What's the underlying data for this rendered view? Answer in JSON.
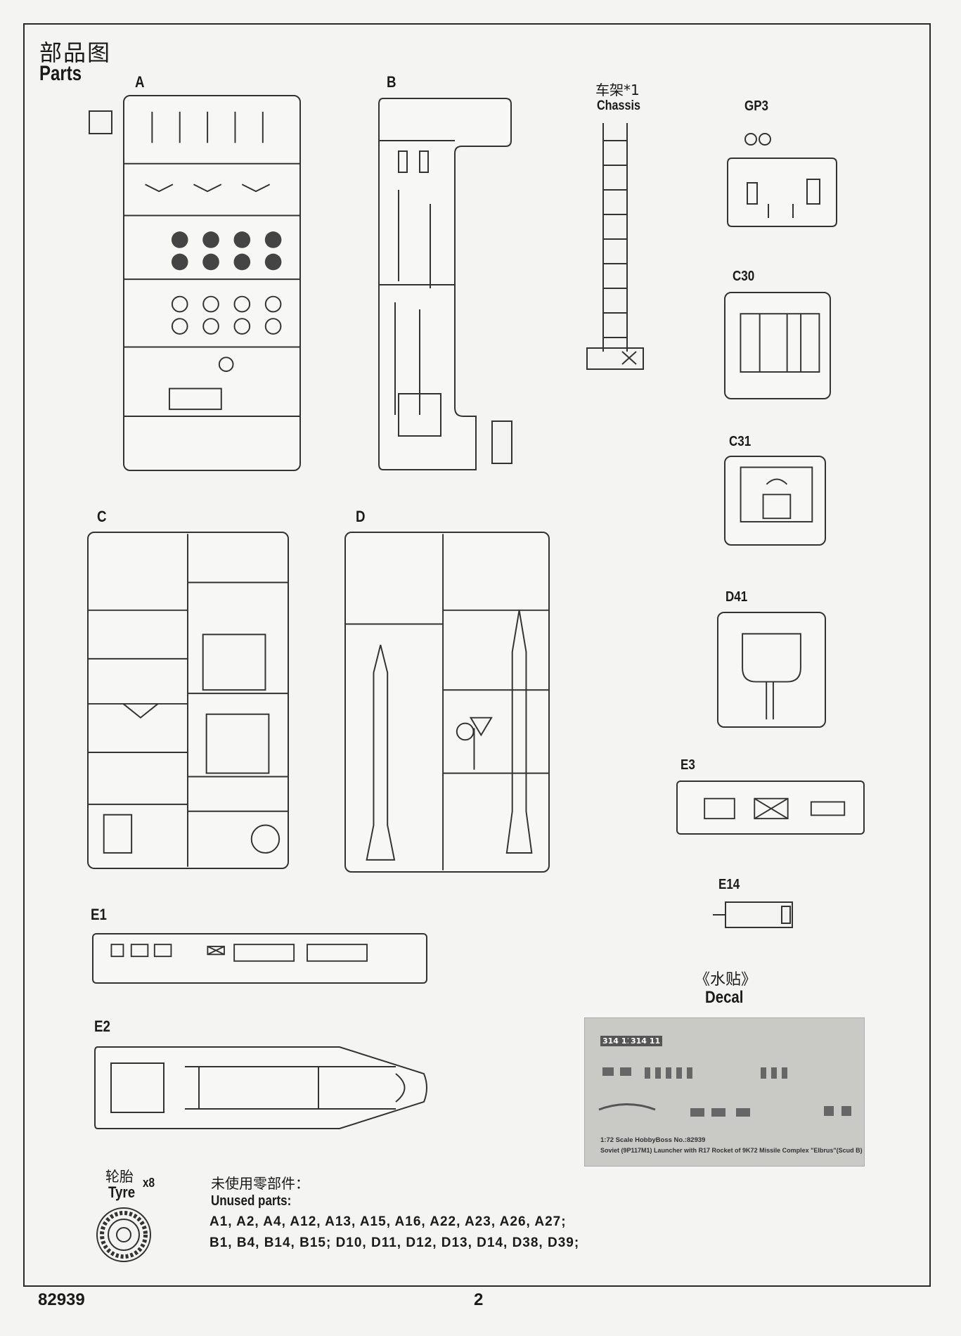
{
  "header": {
    "title_cn": "部品图",
    "title_en": "Parts"
  },
  "sprues": {
    "a": "A",
    "b": "B",
    "c": "C",
    "d": "D",
    "e1": "E1",
    "e2": "E2",
    "e3": "E3",
    "e14": "E14",
    "gp3": "GP3",
    "c30": "C30",
    "c31": "C31",
    "d41": "D41"
  },
  "chassis": {
    "label_cn": "车架*1",
    "label_en": "Chassis"
  },
  "decal": {
    "label_cn": "《水贴》",
    "label_en": "Decal",
    "caption_line1": "1:72 Scale  HobbyBoss  No.:82939",
    "caption_line2": "Soviet (9P117M1) Launcher with R17 Rocket of 9K72 Missile Complex \"Elbrus\"(Scud B)",
    "plates": [
      "314 11",
      "314 11"
    ]
  },
  "tyre": {
    "label_cn": "轮胎",
    "label_en": "Tyre",
    "qty": "x8"
  },
  "unused": {
    "label_cn": "未使用零部件：",
    "label_en": "Unused parts:",
    "line1": "A1,  A2,  A4,  A12,  A13,  A15,  A16,  A22,  A23,  A26,  A27;",
    "line2": "B1,  B4,  B14,  B15;  D10,  D11,  D12,  D13,  D14,  D38,  D39;"
  },
  "footer": {
    "product_no": "82939",
    "page_no": "2"
  },
  "colors": {
    "ink": "#1a1a1a",
    "paper": "#f4f4f2",
    "line": "#333333"
  }
}
